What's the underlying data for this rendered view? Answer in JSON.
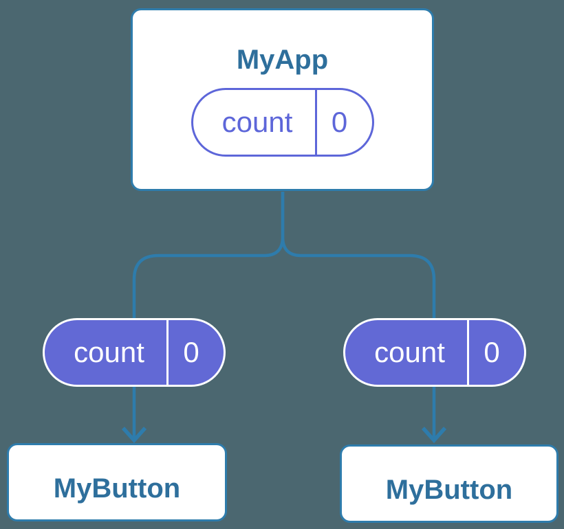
{
  "colors": {
    "background": "#4B6770",
    "line": "#2E7CAC",
    "node_text": "#2E6F9C",
    "purple": "#5D66D9",
    "purple_fill": "#6269D5",
    "card_bg": "#FFFFFF",
    "pill_text_light": "#FFFFFF"
  },
  "tree": {
    "root": {
      "title": "MyApp",
      "state": {
        "key": "count",
        "value": "0"
      }
    },
    "children": [
      {
        "title": "MyButton",
        "prop": {
          "key": "count",
          "value": "0"
        }
      },
      {
        "title": "MyButton",
        "prop": {
          "key": "count",
          "value": "0"
        }
      }
    ]
  }
}
